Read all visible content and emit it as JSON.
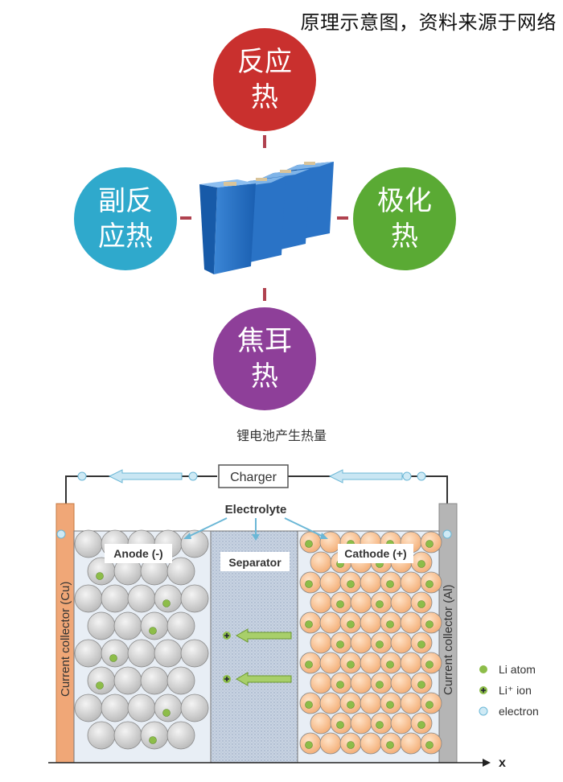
{
  "header": {
    "caption": "原理示意图，资料来源于网络"
  },
  "heat_diagram": {
    "top": {
      "line1": "反应",
      "line2": "热",
      "color": "#c9302e"
    },
    "left": {
      "line1": "副反",
      "line2": "应热",
      "color": "#2fa9cc"
    },
    "right": {
      "line1": "极化",
      "line2": "热",
      "color": "#5aaa34"
    },
    "bottom": {
      "line1": "焦耳",
      "line2": "热",
      "color": "#8e3f99"
    },
    "caption": "锂电池产生热量",
    "connector_color": "#b0424f",
    "battery_color": "#1f6dc2"
  },
  "cell_diagram": {
    "charger_label": "Charger",
    "electrolyte_label": "Electrolyte",
    "anode_label": "Anode (-)",
    "separator_label": "Separator",
    "cathode_label": "Cathode (+)",
    "left_collector_label": "Current collector (Cu)",
    "right_collector_label": "Current collector (Al)",
    "x_axis_label": "x",
    "legend": [
      {
        "label": "Li atom",
        "icon": "green-dot"
      },
      {
        "label": "Li⁺ ion",
        "icon": "green-plus"
      },
      {
        "label": "electron",
        "icon": "blue-circle"
      }
    ],
    "colors": {
      "anode_particle": "#c4c4c4",
      "cathode_particle": "#f6c69a",
      "li_atom": "#8dbd49",
      "electron": "#bfe5f2",
      "copper": "#f0a777",
      "aluminum": "#b5b5b5"
    }
  }
}
